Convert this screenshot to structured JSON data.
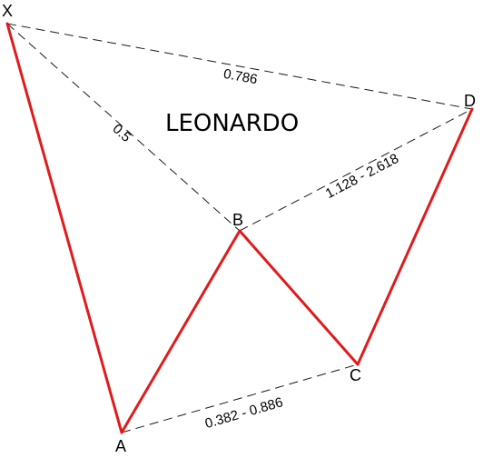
{
  "pattern": {
    "title": "LEONARDO",
    "leg_color": "#e01b1b",
    "ratio_line_color": "#1a1a1a"
  },
  "points": [
    {
      "id": "X",
      "label": "X"
    },
    {
      "id": "A",
      "label": "A"
    },
    {
      "id": "B",
      "label": "B"
    },
    {
      "id": "C",
      "label": "C"
    },
    {
      "id": "D",
      "label": "D"
    }
  ],
  "legs": [
    {
      "from": "X",
      "to": "A"
    },
    {
      "from": "A",
      "to": "B"
    },
    {
      "from": "B",
      "to": "C"
    },
    {
      "from": "C",
      "to": "D"
    }
  ],
  "ratios": [
    {
      "from": "X",
      "to": "D",
      "label": "0.786"
    },
    {
      "from": "X",
      "to": "B",
      "label": "0.5"
    },
    {
      "from": "B",
      "to": "D",
      "label": "1.128 - 2.618"
    },
    {
      "from": "A",
      "to": "C",
      "label": "0.382 - 0.886"
    }
  ]
}
